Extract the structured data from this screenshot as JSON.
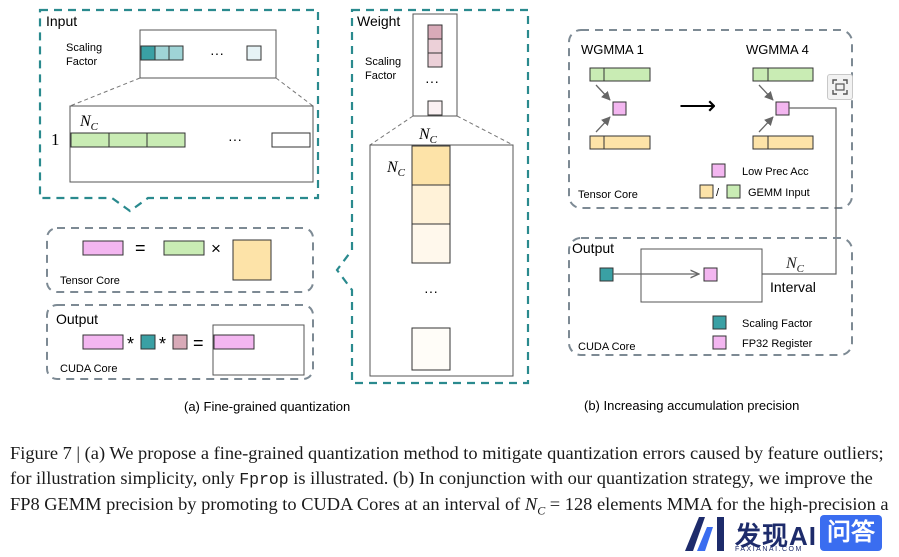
{
  "figure": {
    "a": {
      "input_label": "Input",
      "scaling_label_1": "Scaling",
      "scaling_label_2": "Factor",
      "ellipsis": "···",
      "nc": "N",
      "nc_sub": "C",
      "row_one": "1",
      "tensor_core_label": "Tensor Core",
      "equals": "=",
      "times": "×",
      "output_label": "Output",
      "asterisk": "*",
      "cuda_core_label": "CUDA Core",
      "weight_label": "Weight",
      "caption": "(a) Fine-grained quantization"
    },
    "b": {
      "wgmma_1": "WGMMA 1",
      "wgmma_4": "WGMMA 4",
      "arrow": "⟶",
      "low_prec_acc": "Low Prec Acc",
      "slash": "/",
      "gemm_input": "GEMM Input",
      "tensor_core_label": "Tensor Core",
      "output_label": "Output",
      "interval": "Interval",
      "scaling_factor": "Scaling Factor",
      "fp32_register": "FP32 Register",
      "cuda_core_label": "CUDA Core",
      "caption": "(b) Increasing accumulation precision"
    }
  },
  "caption": {
    "part1": "Figure 7 | (a) We propose a fine-grained quantization method to mitigate quantization errors caused by feature outliers; for illustration simplicity, only ",
    "fprop": "Fprop",
    "part2": " is illustrated.  (b) In conjunction with our quantization strategy, we improve the FP8 GEMM precision by promoting to CUDA Cores at an interval of ",
    "nc": "N",
    "nc_sub": "C",
    "part3": " = 128 elements MMA for the high-precision a"
  },
  "watermark": {
    "brand": "发现AI",
    "sub": "FAXIANAI.COM",
    "badge": "问答"
  },
  "colors": {
    "teal_dash": "#2a8a8e",
    "gray_dash": "#7d8a94",
    "green": "#c9ecb4",
    "teal": "#3aa0a4",
    "teal_light": "#9fd4d6",
    "pink": "#f3b6f0",
    "mauve": "#d8aab8",
    "orange": "#fde3a8",
    "orange_light": "#fff2d8",
    "orange_pale": "#fff8ec"
  }
}
